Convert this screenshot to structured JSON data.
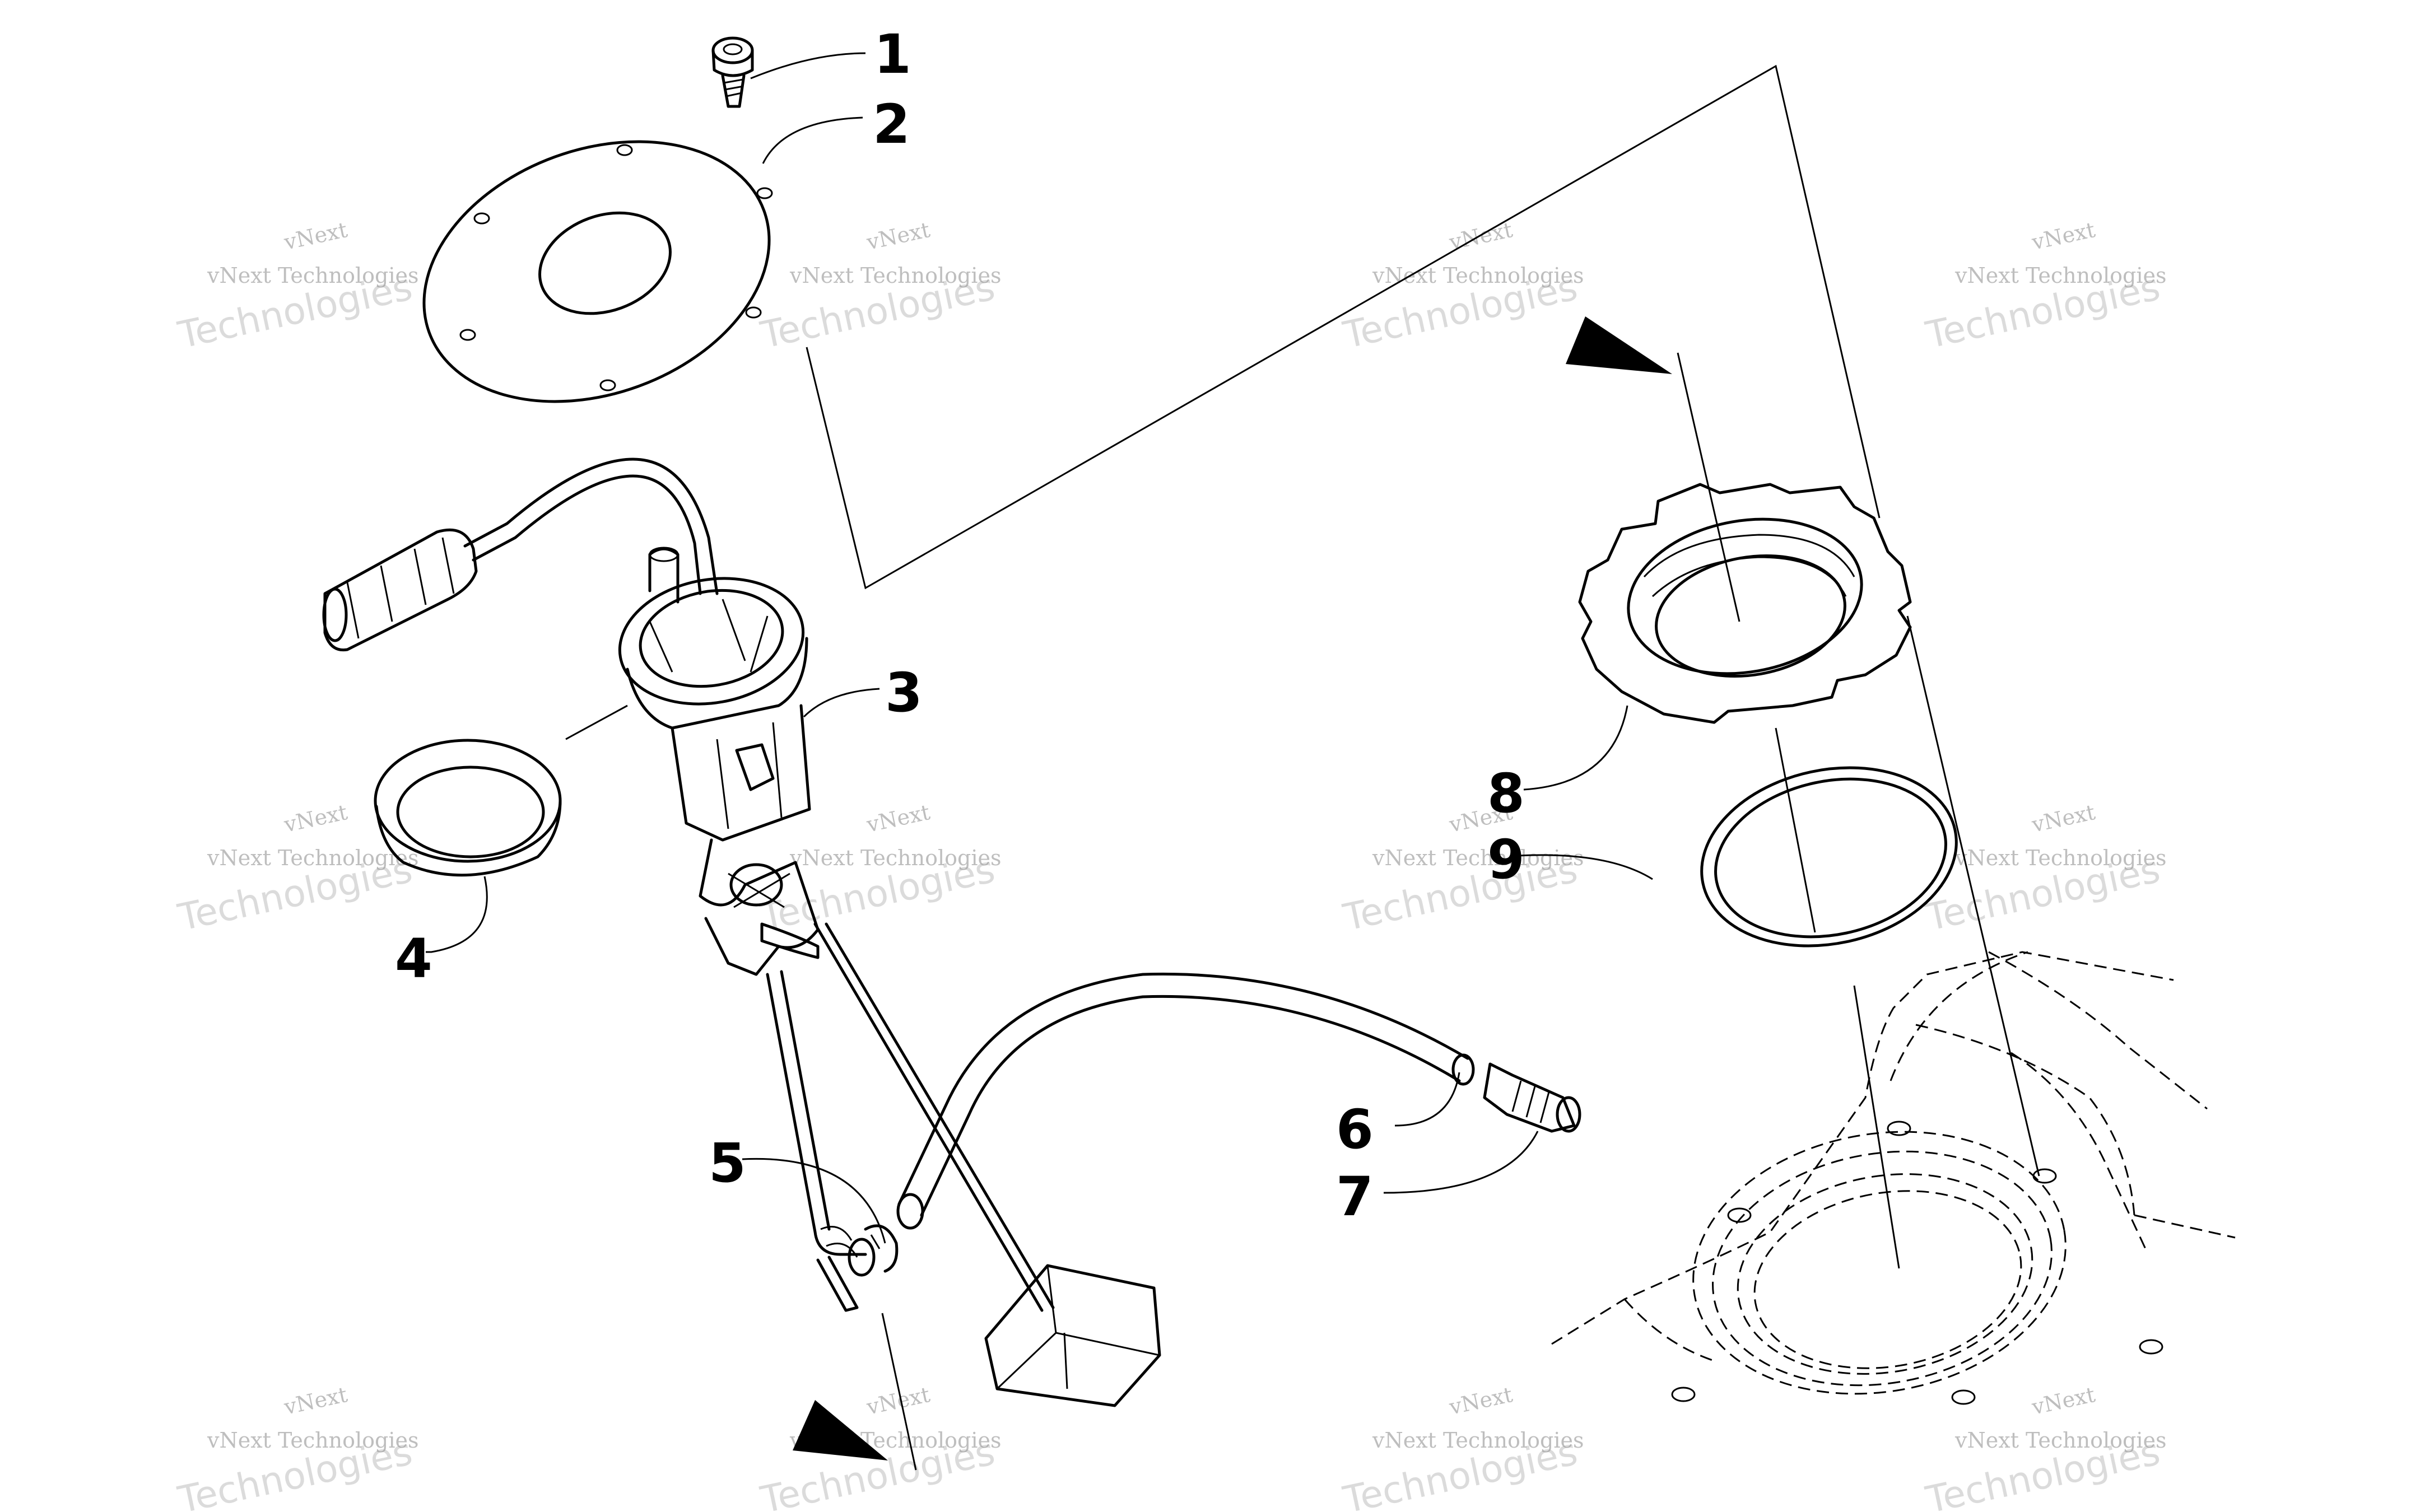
{
  "callouts": [
    "1",
    "2",
    "3",
    "4",
    "5",
    "6",
    "7",
    "8",
    "9"
  ],
  "watermark": {
    "line1": "vNext",
    "line2": "vNext Technologies",
    "line3": "Technologies"
  }
}
